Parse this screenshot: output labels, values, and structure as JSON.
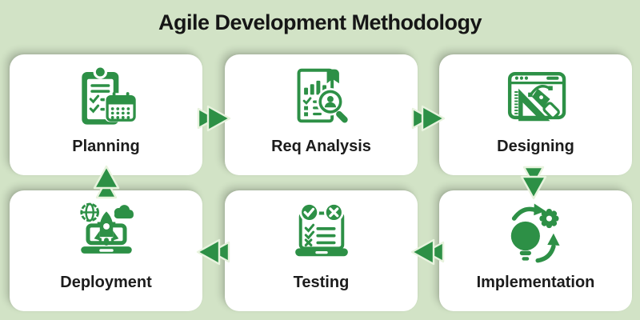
{
  "title": "Agile Development Methodology",
  "colors": {
    "background": "#d2e3c6",
    "card_background": "#ffffff",
    "accent_green": "#2d9046",
    "arrow_outline": "#e8f3de",
    "title_text": "#161616",
    "label_text": "#1c1c1c"
  },
  "cards": [
    {
      "label": "Planning",
      "icon": "clipboard-checklist-calendar-icon"
    },
    {
      "label": "Req Analysis",
      "icon": "document-barchart-magnifier-user-icon"
    },
    {
      "label": "Designing",
      "icon": "browser-pen-ruler-icon"
    },
    {
      "label": "Deployment",
      "icon": "laptop-rocket-globe-cloud-icon"
    },
    {
      "label": "Testing",
      "icon": "laptop-checklist-pass-fail-icon"
    },
    {
      "label": "Implementation",
      "icon": "lightbulb-gear-cycle-icon"
    }
  ],
  "flow": [
    {
      "from": "Planning",
      "to": "Req Analysis",
      "direction": "right"
    },
    {
      "from": "Req Analysis",
      "to": "Designing",
      "direction": "right"
    },
    {
      "from": "Designing",
      "to": "Implementation",
      "direction": "down"
    },
    {
      "from": "Implementation",
      "to": "Testing",
      "direction": "left"
    },
    {
      "from": "Testing",
      "to": "Deployment",
      "direction": "left"
    },
    {
      "from": "Deployment",
      "to": "Planning",
      "direction": "up"
    }
  ]
}
